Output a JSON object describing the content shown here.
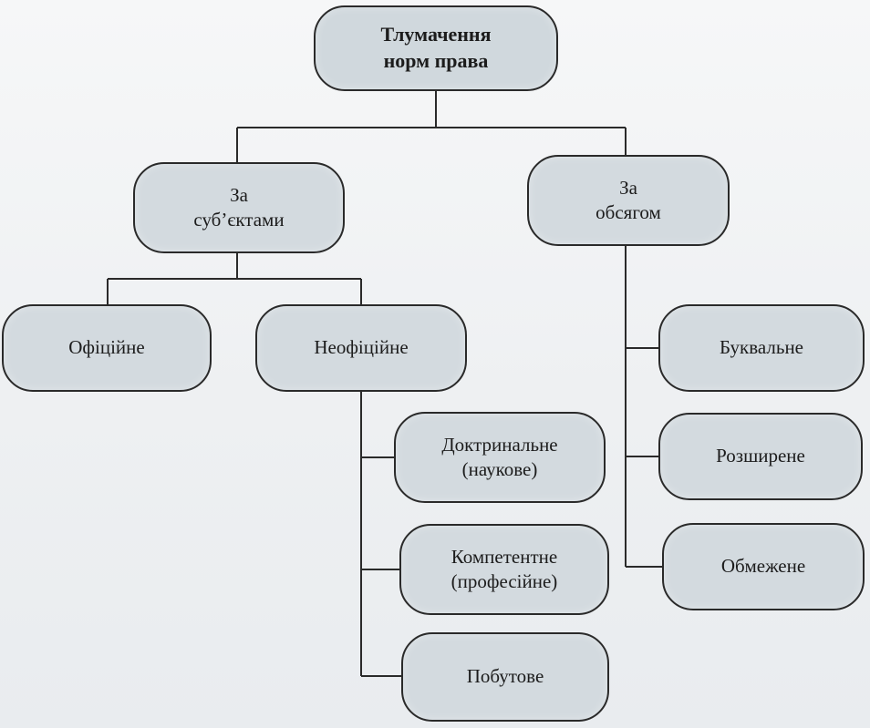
{
  "diagram": {
    "root": {
      "lines": [
        "Тлумачення",
        "норм права"
      ]
    },
    "by_subjects": {
      "lines": [
        "За",
        "суб’єктами"
      ]
    },
    "by_scope": {
      "lines": [
        "За",
        "обсягом"
      ]
    },
    "official": {
      "lines": [
        "Офіційне"
      ]
    },
    "unofficial": {
      "lines": [
        "Неофіційне"
      ]
    },
    "doctrinal": {
      "lines": [
        "Доктринальне",
        "(наукове)"
      ]
    },
    "competent": {
      "lines": [
        "Компетентне",
        "(професійне)"
      ]
    },
    "everyday": {
      "lines": [
        "Побутове"
      ]
    },
    "literal": {
      "lines": [
        "Буквальне"
      ]
    },
    "extended": {
      "lines": [
        "Розширене"
      ]
    },
    "restricted": {
      "lines": [
        "Обмежене"
      ]
    }
  }
}
